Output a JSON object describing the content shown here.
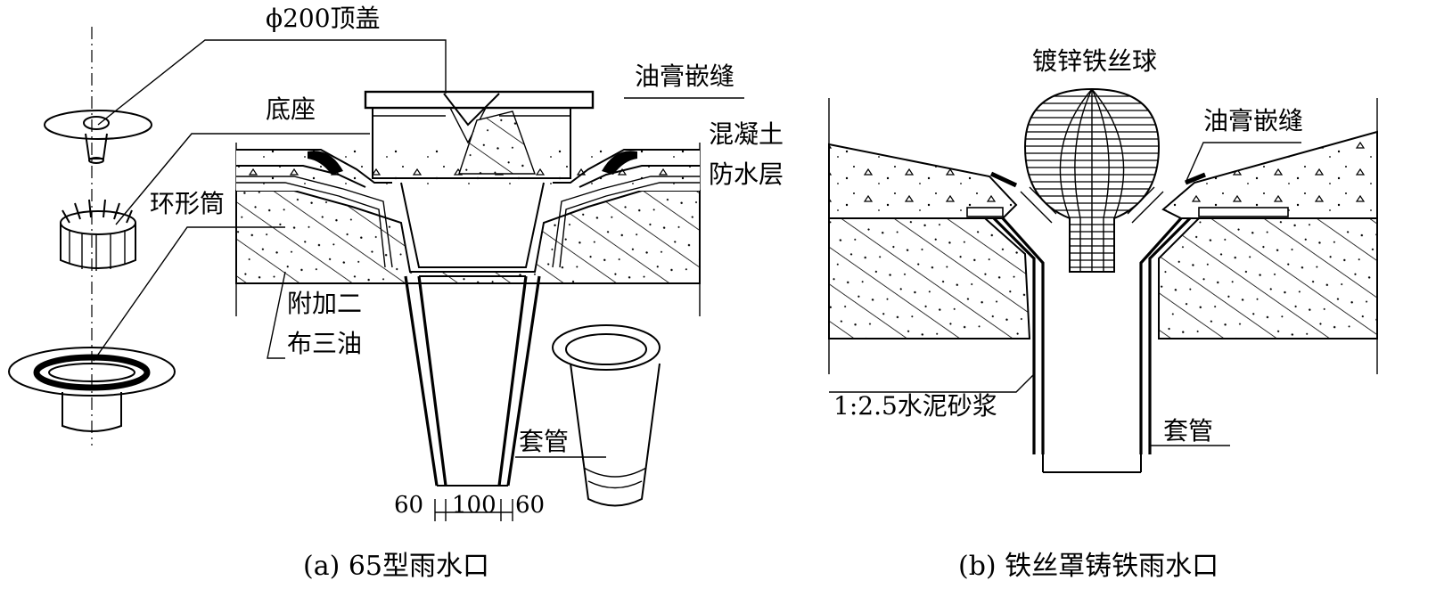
{
  "panel_a": {
    "caption": "(a) 65型雨水口",
    "labels": {
      "top_cover": "ϕ200顶盖",
      "base": "底座",
      "ring_tube": "环形筒",
      "asphalt_joint": "油膏嵌缝",
      "concrete_1": "混凝土",
      "concrete_2": "防水层",
      "extra_1": "附加二",
      "extra_2": "布三油",
      "sleeve": "套管"
    },
    "dimensions": {
      "left": "60",
      "middle": "100",
      "right": "60"
    }
  },
  "panel_b": {
    "caption": "(b) 铁丝罩铸铁雨水口",
    "labels": {
      "wire_ball": "镀锌铁丝球",
      "asphalt_joint": "油膏嵌缝",
      "mortar": "1:2.5水泥砂浆",
      "sleeve": "套管"
    }
  }
}
